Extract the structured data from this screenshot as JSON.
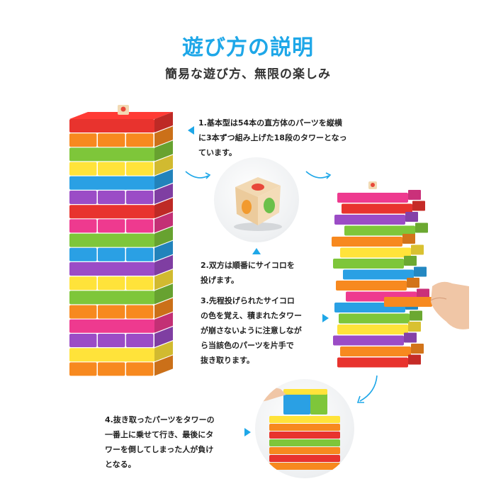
{
  "header": {
    "title": "遊び方の説明",
    "subtitle": "簡易な遊び方、無限の楽しみ"
  },
  "steps": [
    {
      "lines": [
        "1.基本型は54本の直方体のパーツを縦横",
        "に3本ずつ組み上げた18段のタワーとなっ",
        "ています。"
      ]
    },
    {
      "lines": [
        "2.双方は順番にサイコロを",
        "投げます。"
      ]
    },
    {
      "lines": [
        "3.先程投げられたサイコロ",
        "の色を覚え、積まれたタワー",
        "が崩さないように注意しなが",
        "ら当該色のパーツを片手で",
        "抜き取ります。"
      ]
    },
    {
      "lines": [
        "4.抜き取ったパーツをタワーの",
        "一番上に乗せて行き、最後にタ",
        "ワーを倒してしまった人が負け",
        "となる。"
      ]
    }
  ],
  "colors": {
    "accent": "#1ea7e8",
    "tower_rows": [
      "#e8332e",
      "#f7891f",
      "#7ec63a",
      "#ffe33a",
      "#2aa0e4",
      "#9b4cc6",
      "#e8332e",
      "#ee3a8f",
      "#7ec63a",
      "#2aa0e4",
      "#9b4cc6",
      "#ffe33a",
      "#7ec63a",
      "#f7891f",
      "#ee3a8f",
      "#9b4cc6",
      "#ffe33a",
      "#f7891f"
    ]
  },
  "icons": {
    "arrow_left": "triangle-left-icon",
    "arrow_up": "triangle-up-icon",
    "arrow_right": "triangle-right-icon",
    "curve": "curved-arrow-icon",
    "dice": "dice-icon"
  }
}
